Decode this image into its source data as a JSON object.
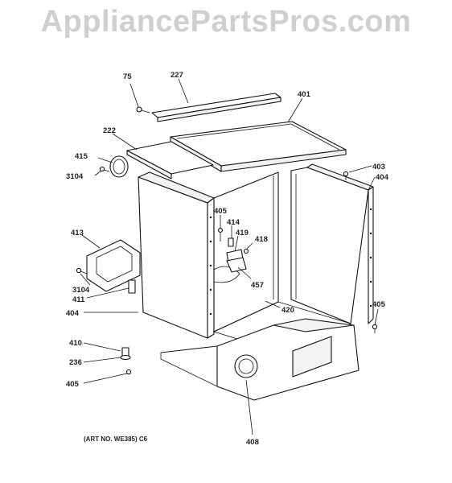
{
  "watermark": "AppliancePartsPros.com",
  "art_number": "(ART NO. WE385) C6",
  "callouts": {
    "c75": "75",
    "c227": "227",
    "c401": "401",
    "c222": "222",
    "c415": "415",
    "c3104a": "3104",
    "c403": "403",
    "c404a": "404",
    "c405a": "405",
    "c414": "414",
    "c419": "419",
    "c418": "418",
    "c413": "413",
    "c3104b": "3104",
    "c411": "411",
    "c457": "457",
    "c404b": "404",
    "c420": "420",
    "c405b": "405",
    "c410": "410",
    "c236": "236",
    "c405c": "405",
    "c408": "408"
  }
}
